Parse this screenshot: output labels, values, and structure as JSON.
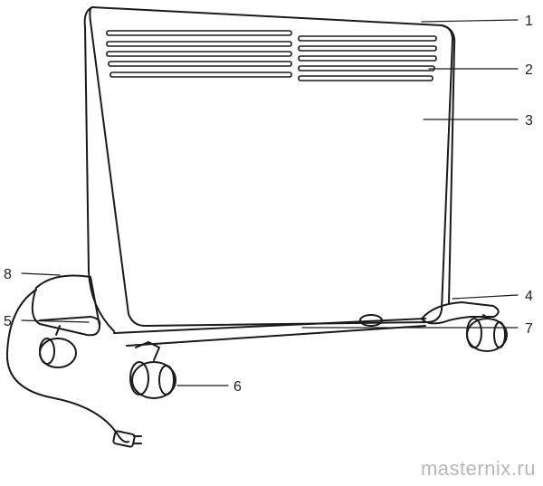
{
  "diagram": {
    "subject": "panel-convector-heater",
    "callouts": [
      {
        "id": "c1",
        "label": "1"
      },
      {
        "id": "c2",
        "label": "2"
      },
      {
        "id": "c3",
        "label": "3"
      },
      {
        "id": "c4",
        "label": "4"
      },
      {
        "id": "c5",
        "label": "5"
      },
      {
        "id": "c6",
        "label": "6"
      },
      {
        "id": "c7",
        "label": "7"
      },
      {
        "id": "c8",
        "label": "8"
      }
    ]
  },
  "watermark": {
    "text": "masternix.ru"
  },
  "colors": {
    "line": "#1a1a1a",
    "background": "#ffffff",
    "watermark": "#b8b8b8"
  }
}
